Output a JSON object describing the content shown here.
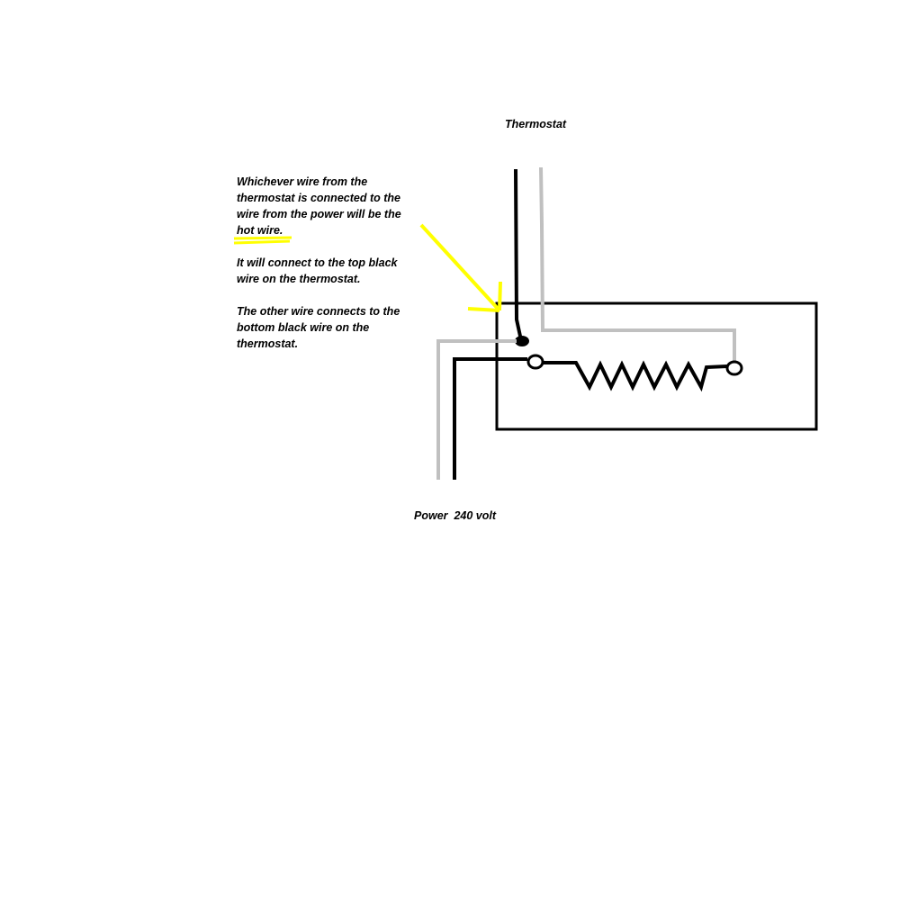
{
  "labels": {
    "thermostat": "Thermostat",
    "power": "Power  240 volt"
  },
  "notes": [
    [
      "Whichever wire from the",
      "thermostat is connected to the",
      "wire from the power will be the",
      "hot wire."
    ],
    [
      "It will connect to the top black",
      "wire on the thermostat."
    ],
    [
      "The other wire connects to the",
      "bottom black wire on the",
      "thermostat."
    ]
  ],
  "colors": {
    "black_wire": "#000000",
    "gray_wire": "#c0c0c0",
    "highlight": "#ffff00"
  }
}
